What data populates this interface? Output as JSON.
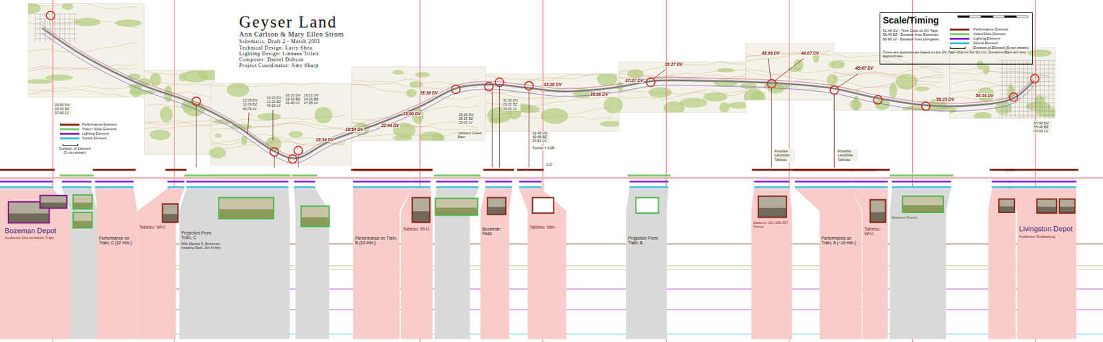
{
  "diagram": {
    "title": "Geyser Land",
    "nodes": [
      {
        "text": [
          "Scale/Timing",
          "51:40 DV - Time Code on DV Tape",
          "55:40 BZ - Duration from Bozeman",
          "00:00 LV - Duration from Livingston",
          "Times are approximate based on the DV Tape shot on the dry run. Durations/Bars are very approximate."
        ]
      },
      {
        "text": [
          "Bozeman Depot",
          "Audience Dis-embarks Train"
        ]
      },
      {
        "text": [
          "Performance on Train, C (10 min.)"
        ]
      },
      {
        "text": [
          "Tableau: WHJ"
        ]
      },
      {
        "text": [
          "Projection From Train, C",
          "Mile Marker 4, Bozeman heading East, Jim Kelley"
        ]
      },
      {
        "text": [
          "Performance on Train, B (10 min.)"
        ]
      },
      {
        "text": [
          "Tableau: WHJ"
        ]
      },
      {
        "text": [
          "Bozeman Pass"
        ]
      },
      {
        "text": [
          "Tableau: Man"
        ]
      },
      {
        "text": [
          "Projection From Train, B"
        ]
      },
      {
        "text": [
          "Markers: 201,305-307 Permit"
        ]
      },
      {
        "text": [
          "Performance on Train, A (~10 min.)"
        ]
      },
      {
        "text": [
          "Tableau: WHJ"
        ]
      },
      {
        "text": [
          "Markers/ Permit"
        ]
      },
      {
        "text": [
          "Livingston Depot",
          "Audience Embarking"
        ]
      }
    ],
    "labels": [
      "Ann Carlson & Mary Ellen Strom",
      "Schematic, Draft 2 - March 2003",
      "Technical Design: Larry Shea",
      "Lighting Design: Linnaea Tillett",
      "Composer: Daniel Dobson",
      "Project Coordinator: Amy Sharp",
      "26:30 DV",
      "15:00 DV",
      "22:44 DV",
      "19:54 DV",
      "18:34 DV",
      "33:28 DV",
      "36:00 DV",
      "37:27 DV",
      "38:27 DV",
      "43:06 DV",
      "44:07 DV",
      "45:47 DV",
      "50:23 DV",
      "54:14 DV",
      "02:00 DV 00:00 BZ 57:40 LV",
      "12:29 DV 10:29 BZ 45:05 LV",
      "14:20 DV 12:20 BZ 43:15 LV",
      "16:16 DV 13:16 BZ 41:40 LV",
      "18:15 DV 14:15 BZ 47:25 LV",
      "26:25 DV 28:25 BZ 25:00 LV",
      "31:30 DV 29:30 BZ 25:05 LV",
      "32:45 DV 30:45 BZ 24:51 LV",
      "57:40 DV 55:40 BZ 00:00 LV",
      "Jackson Creek Barn",
      "Tunnel = 1:05",
      "Possible Landslide Tableau",
      "Possible Landslide Tableau",
      "1/2"
    ],
    "legend": [
      {
        "text": "Performance Element",
        "color": "#8b2b1a"
      },
      {
        "text": "Video / Slide Element",
        "color": "#7bd36b"
      },
      {
        "text": "Lighting Element",
        "color": "#8a2be2"
      },
      {
        "text": "Sound Element",
        "color": "#3cc6d8"
      },
      {
        "text": "Duration of Element (5 min shown)"
      },
      {
        "text": "Performance Element",
        "color": "#8b2b1a"
      },
      {
        "text": "Video/Slide Element",
        "color": "#7bd36b"
      },
      {
        "text": "Lighting Element",
        "color": "#8a2be2"
      },
      {
        "text": "Sound Element",
        "color": "#3cc6d8"
      },
      {
        "text": "Duration of Element (5 min shown)"
      }
    ]
  }
}
